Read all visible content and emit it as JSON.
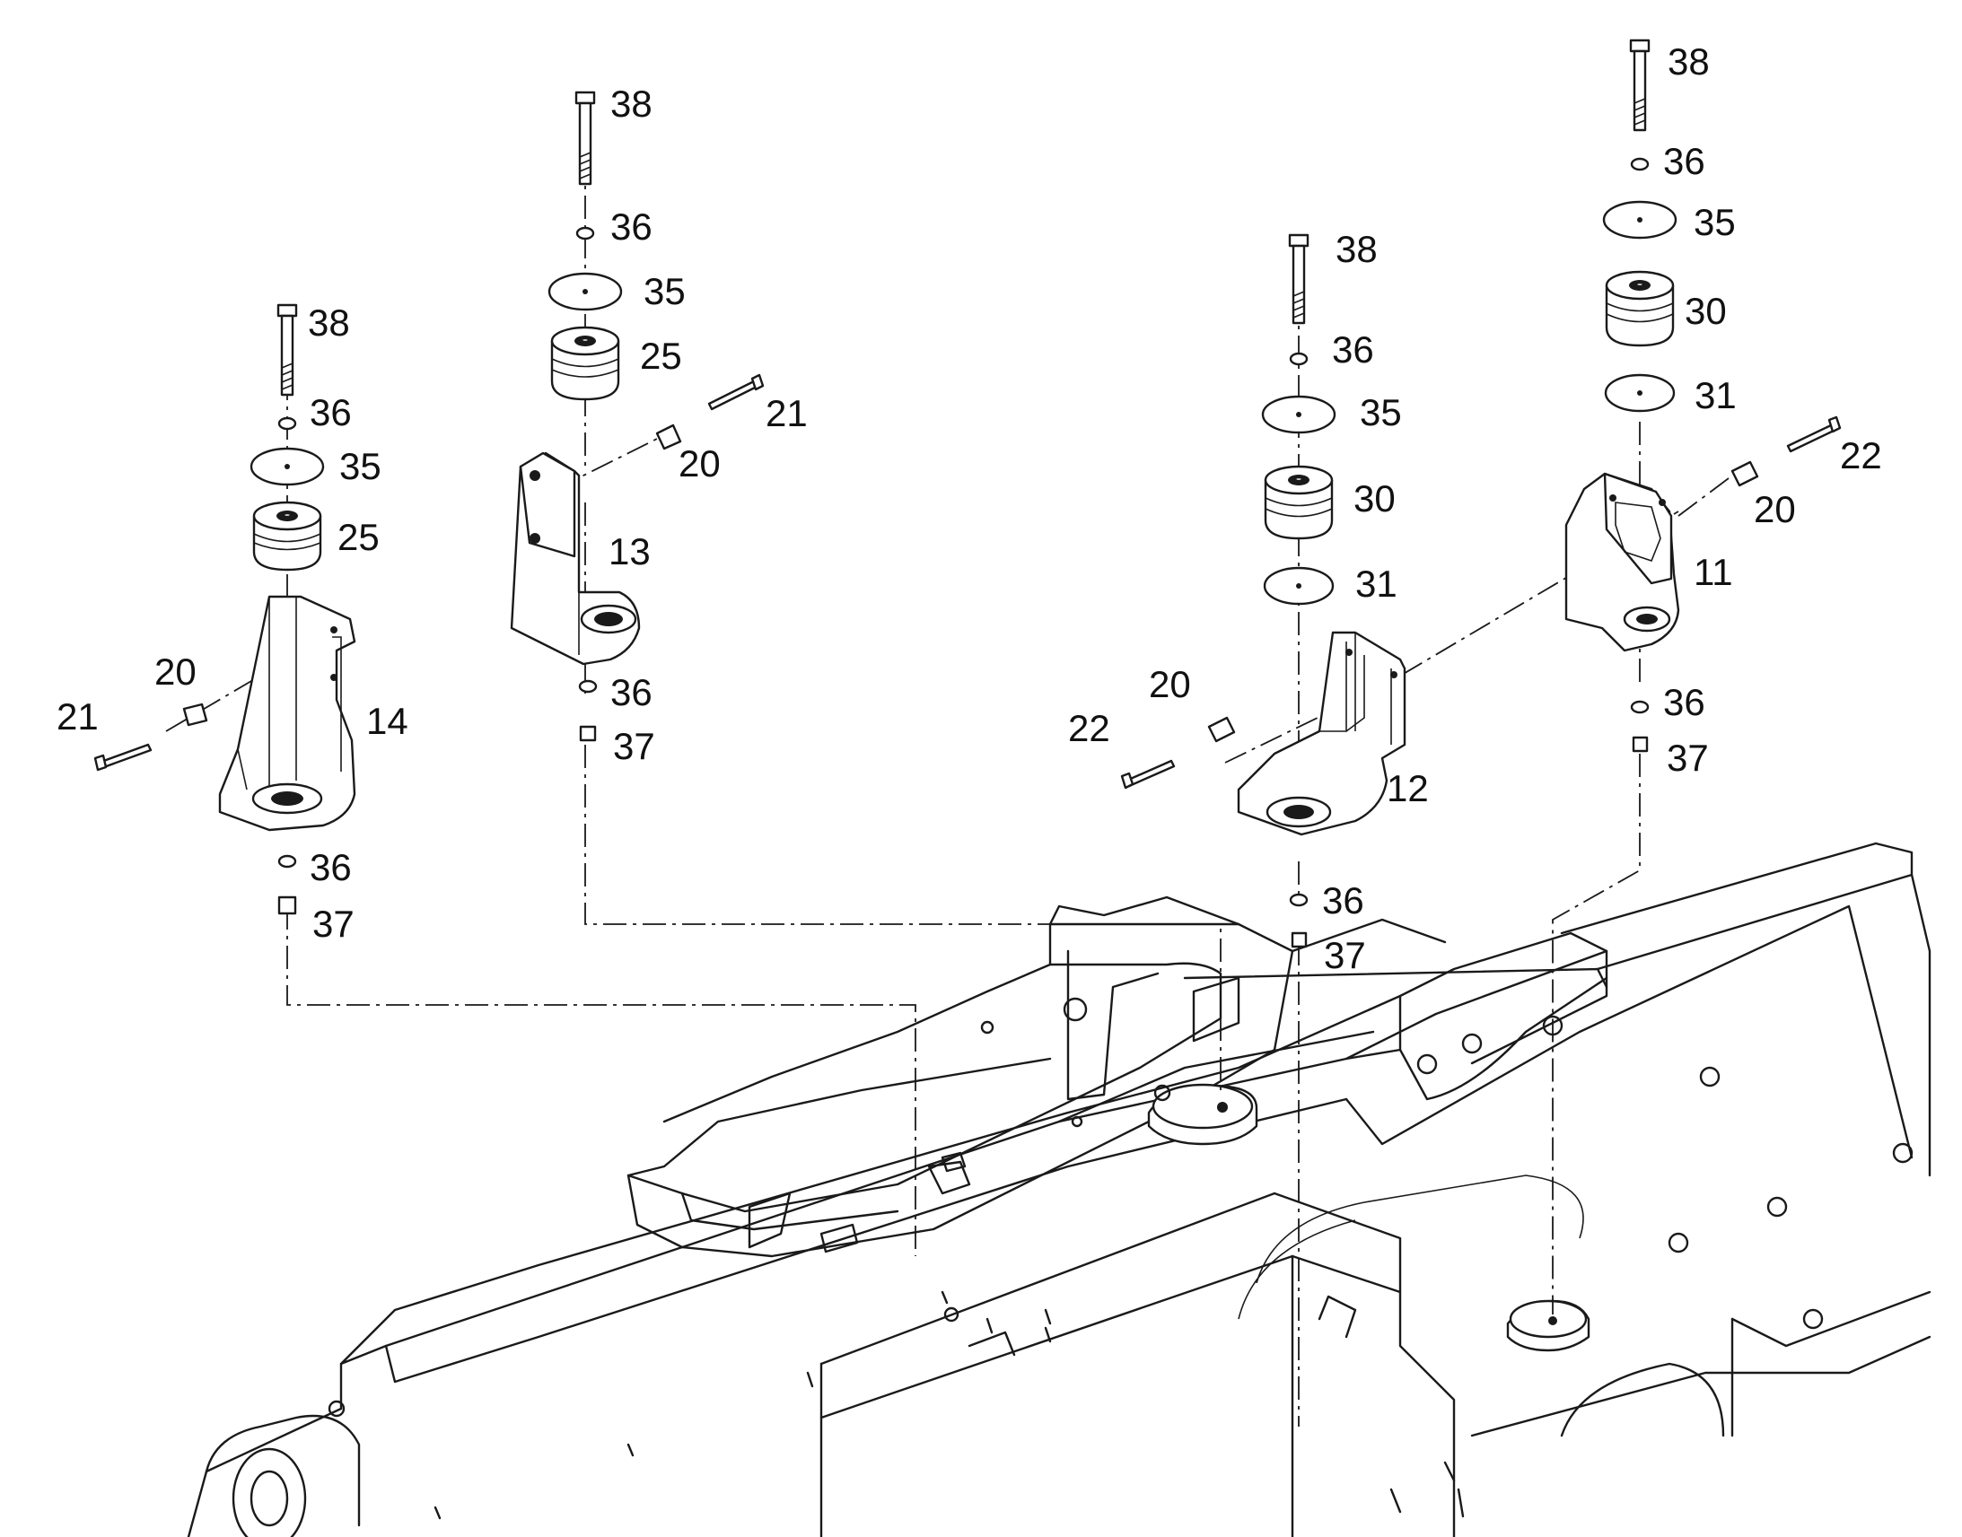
{
  "callouts": {
    "c_38_a": "38",
    "c_36_a": "36",
    "c_35_a": "35",
    "c_25_a": "25",
    "c_20_a": "20",
    "c_21_a": "21",
    "c_14": "14",
    "c_36_a2": "36",
    "c_37_a": "37",
    "c_38_b": "38",
    "c_36_b": "36",
    "c_35_b": "35",
    "c_25_b": "25",
    "c_21_b": "21",
    "c_20_b": "20",
    "c_13": "13",
    "c_36_b2": "36",
    "c_37_b": "37",
    "c_38_c": "38",
    "c_36_c": "36",
    "c_35_c": "35",
    "c_30_c": "30",
    "c_31_c": "31",
    "c_20_c": "20",
    "c_22_c": "22",
    "c_12": "12",
    "c_36_c2": "36",
    "c_37_c": "37",
    "c_38_d": "38",
    "c_36_d": "36",
    "c_35_d": "35",
    "c_30_d": "30",
    "c_31_d": "31",
    "c_22_d": "22",
    "c_20_d": "20",
    "c_11": "11",
    "c_36_d2": "36",
    "c_37_d": "37"
  }
}
